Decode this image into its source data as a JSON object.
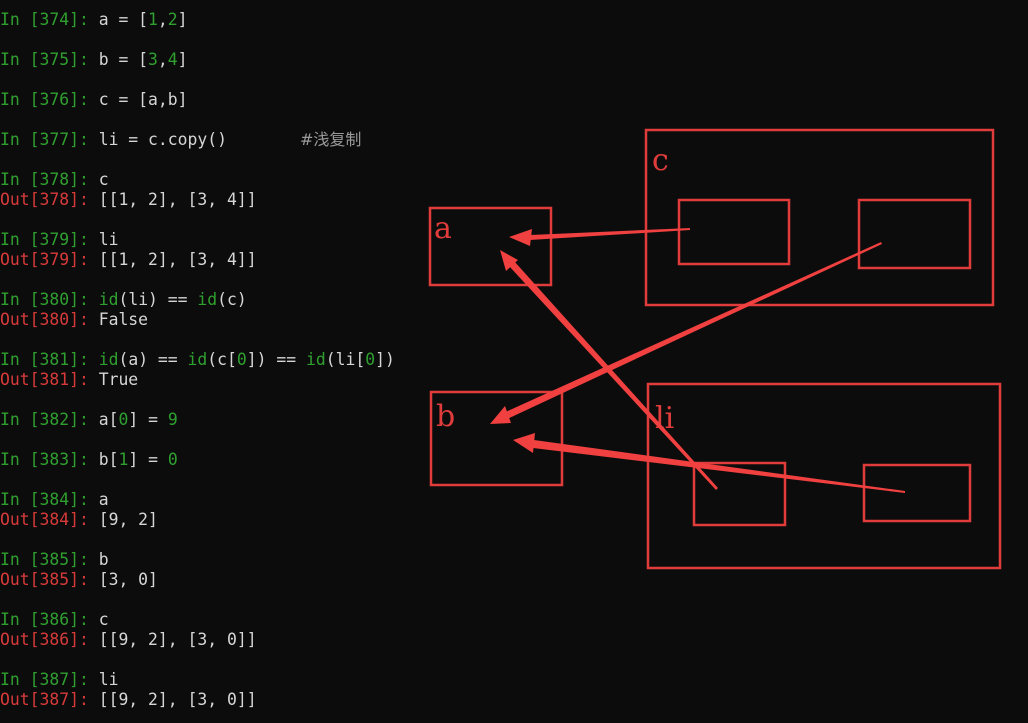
{
  "console": {
    "lines": [
      {
        "kind": "in",
        "prompt_open": "In [",
        "num": "374",
        "prompt_close": "]: ",
        "code": "a = [1,2]"
      },
      {
        "kind": "in",
        "prompt_open": "In [",
        "num": "375",
        "prompt_close": "]: ",
        "code": "b = [3,4]"
      },
      {
        "kind": "in",
        "prompt_open": "In [",
        "num": "376",
        "prompt_close": "]: ",
        "code": "c = [a,b]"
      },
      {
        "kind": "in",
        "prompt_open": "In [",
        "num": "377",
        "prompt_close": "]: ",
        "code": "li = c.copy()",
        "comment": "#浅复制"
      },
      {
        "kind": "in",
        "prompt_open": "In [",
        "num": "378",
        "prompt_close": "]: ",
        "code": "c"
      },
      {
        "kind": "out",
        "prompt_open": "Out[",
        "num": "378",
        "prompt_close": "]: ",
        "code": "[[1, 2], [3, 4]]"
      },
      {
        "kind": "in",
        "prompt_open": "In [",
        "num": "379",
        "prompt_close": "]: ",
        "code": "li"
      },
      {
        "kind": "out",
        "prompt_open": "Out[",
        "num": "379",
        "prompt_close": "]: ",
        "code": "[[1, 2], [3, 4]]"
      },
      {
        "kind": "in",
        "prompt_open": "In [",
        "num": "380",
        "prompt_close": "]: ",
        "code": "id(li) == id(c)"
      },
      {
        "kind": "out",
        "prompt_open": "Out[",
        "num": "380",
        "prompt_close": "]: ",
        "code": "False"
      },
      {
        "kind": "in",
        "prompt_open": "In [",
        "num": "381",
        "prompt_close": "]: ",
        "code": "id(a) == id(c[0]) == id(li[0])"
      },
      {
        "kind": "out",
        "prompt_open": "Out[",
        "num": "381",
        "prompt_close": "]: ",
        "code": "True"
      },
      {
        "kind": "in",
        "prompt_open": "In [",
        "num": "382",
        "prompt_close": "]: ",
        "code": "a[0] = 9"
      },
      {
        "kind": "in",
        "prompt_open": "In [",
        "num": "383",
        "prompt_close": "]: ",
        "code": "b[1] = 0"
      },
      {
        "kind": "in",
        "prompt_open": "In [",
        "num": "384",
        "prompt_close": "]: ",
        "code": "a"
      },
      {
        "kind": "out",
        "prompt_open": "Out[",
        "num": "384",
        "prompt_close": "]: ",
        "code": "[9, 2]"
      },
      {
        "kind": "in",
        "prompt_open": "In [",
        "num": "385",
        "prompt_close": "]: ",
        "code": "b"
      },
      {
        "kind": "out",
        "prompt_open": "Out[",
        "num": "385",
        "prompt_close": "]: ",
        "code": "[3, 0]"
      },
      {
        "kind": "in",
        "prompt_open": "In [",
        "num": "386",
        "prompt_close": "]: ",
        "code": "c"
      },
      {
        "kind": "out",
        "prompt_open": "Out[",
        "num": "386",
        "prompt_close": "]: ",
        "code": "[[9, 2], [3, 0]]"
      },
      {
        "kind": "in",
        "prompt_open": "In [",
        "num": "387",
        "prompt_close": "]: ",
        "code": "li"
      },
      {
        "kind": "out",
        "prompt_open": "Out[",
        "num": "387",
        "prompt_close": "]: ",
        "code": "[[9, 2], [3, 0]]"
      }
    ]
  },
  "diagram": {
    "labels": {
      "a": "a",
      "b": "b",
      "c": "c",
      "li": "li"
    }
  },
  "colors": {
    "background": "#0c0c0c",
    "prompt_in": "#2fa02f",
    "prompt_out": "#d83a3a",
    "code_text": "#d6d6d6",
    "number_literal": "#2fa02f",
    "annotation_red": "#e03c3c"
  }
}
